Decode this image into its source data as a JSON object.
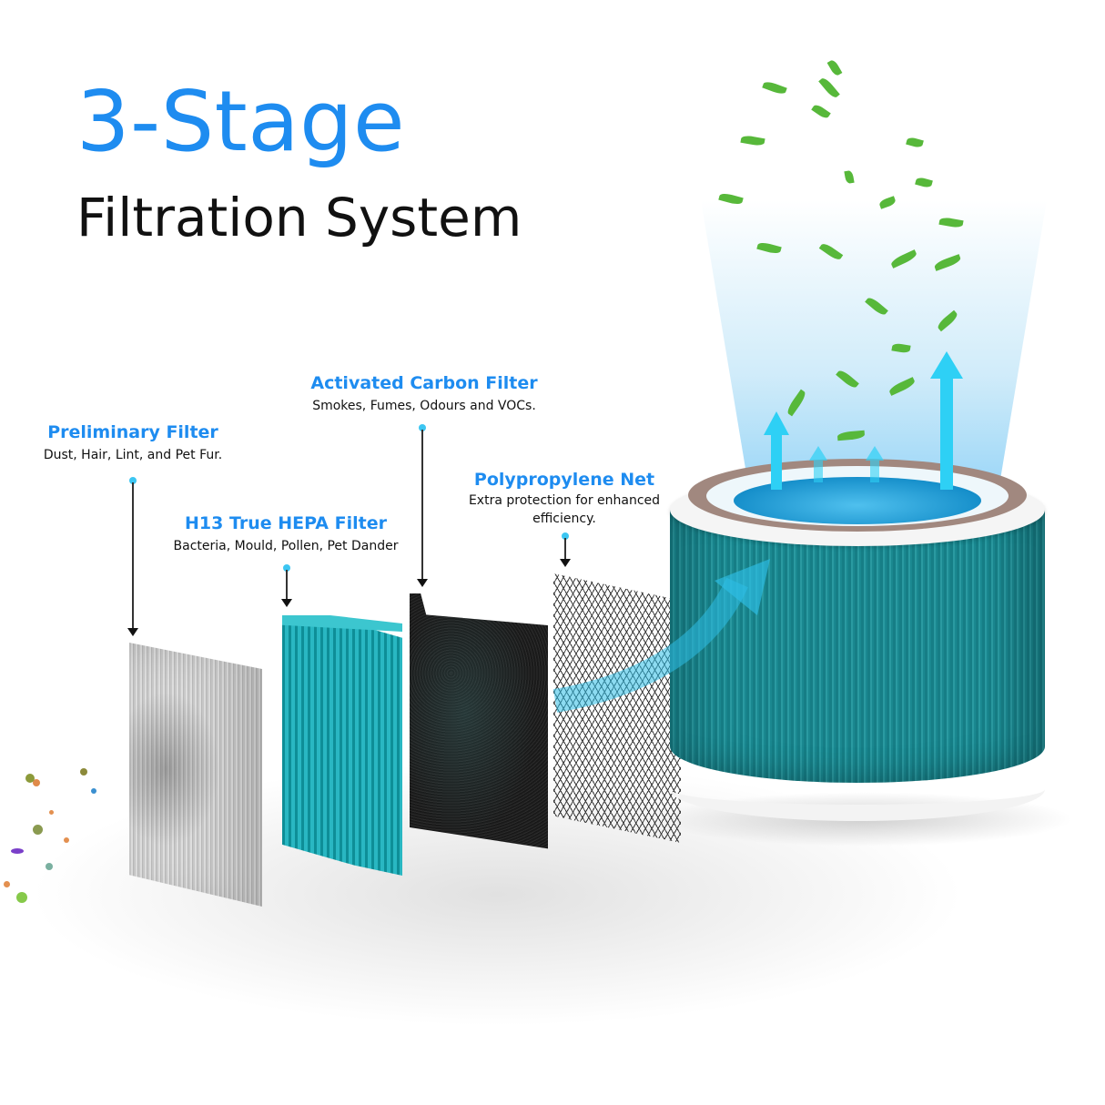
{
  "heading": {
    "title": "3-Stage",
    "subtitle": "Filtration System"
  },
  "colors": {
    "accent_blue": "#1e8cf0",
    "dot_cyan": "#3cc6f2",
    "hepa_teal": "#29b7c2",
    "cylinder_teal": "#1a8890",
    "carbon_black": "#1c1c1c",
    "leaf_green": "#57b83a",
    "airflow_cyan": "#2ed0f5"
  },
  "filters": [
    {
      "name": "Preliminary Filter",
      "description": "Dust, Hair, Lint, and Pet Fur.",
      "icon": "mesh-panel-icon"
    },
    {
      "name": "H13 True HEPA Filter",
      "description": "Bacteria, Mould, Pollen, Pet Dander",
      "icon": "pleated-panel-icon"
    },
    {
      "name": "Activated Carbon Filter",
      "description": "Smokes, Fumes, Odours and VOCs.",
      "icon": "carbon-panel-icon"
    },
    {
      "name": "Polypropylene Net",
      "description": "Extra protection for enhanced efficiency.",
      "icon": "net-panel-icon"
    }
  ],
  "illustration": {
    "product": "cylindrical-filter-cartridge",
    "effects": [
      "airflow-arrows",
      "green-leaves",
      "light-beam",
      "particles"
    ]
  }
}
